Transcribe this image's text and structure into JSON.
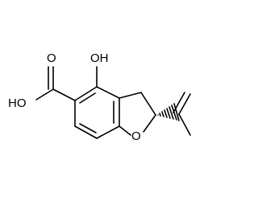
{
  "structure": {
    "labels": {
      "hydroxyl": "OH",
      "carboxyl_oxygen_top": "O",
      "carboxyl_hydroxyl": "HO",
      "ring_oxygen": "O"
    },
    "colors": {
      "bond": "#000000",
      "background": "#ffffff"
    }
  }
}
